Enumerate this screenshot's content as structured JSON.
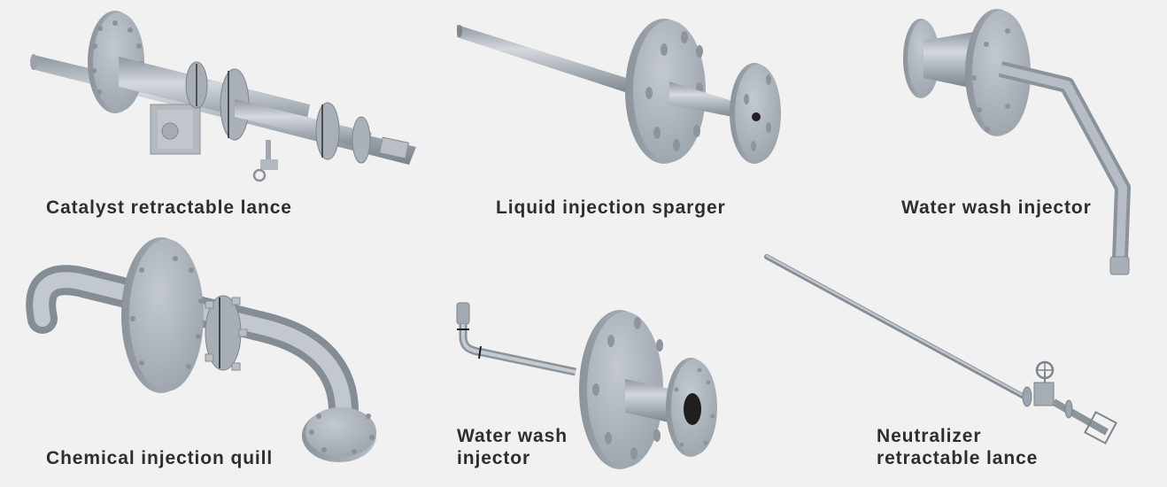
{
  "colors": {
    "background": "#f1f1f1",
    "label_text": "#2e2e2e",
    "steel_light": "#c9ced3",
    "steel_mid": "#a2a9b0",
    "steel_dark": "#7d858d"
  },
  "products": [
    {
      "id": "catalyst-retractable-lance",
      "label_lines": [
        "Catalyst retractable lance"
      ],
      "icon": "retractable-lance-with-gearbox-illustration"
    },
    {
      "id": "liquid-injection-sparger",
      "label_lines": [
        "Liquid injection sparger"
      ],
      "icon": "sparger-two-flanges-illustration"
    },
    {
      "id": "water-wash-injector-bent",
      "label_lines": [
        "Water wash injector"
      ],
      "icon": "bent-pipe-injector-illustration"
    },
    {
      "id": "chemical-injection-quill",
      "label_lines": [
        "Chemical injection quill"
      ],
      "icon": "curved-quill-flanged-illustration"
    },
    {
      "id": "water-wash-injector-elbow",
      "label_lines": [
        "Water wash",
        "injector"
      ],
      "icon": "elbow-tip-injector-illustration"
    },
    {
      "id": "neutralizer-retractable-lance",
      "label_lines": [
        "Neutralizer",
        "retractable lance"
      ],
      "icon": "long-lance-with-valve-illustration"
    }
  ]
}
